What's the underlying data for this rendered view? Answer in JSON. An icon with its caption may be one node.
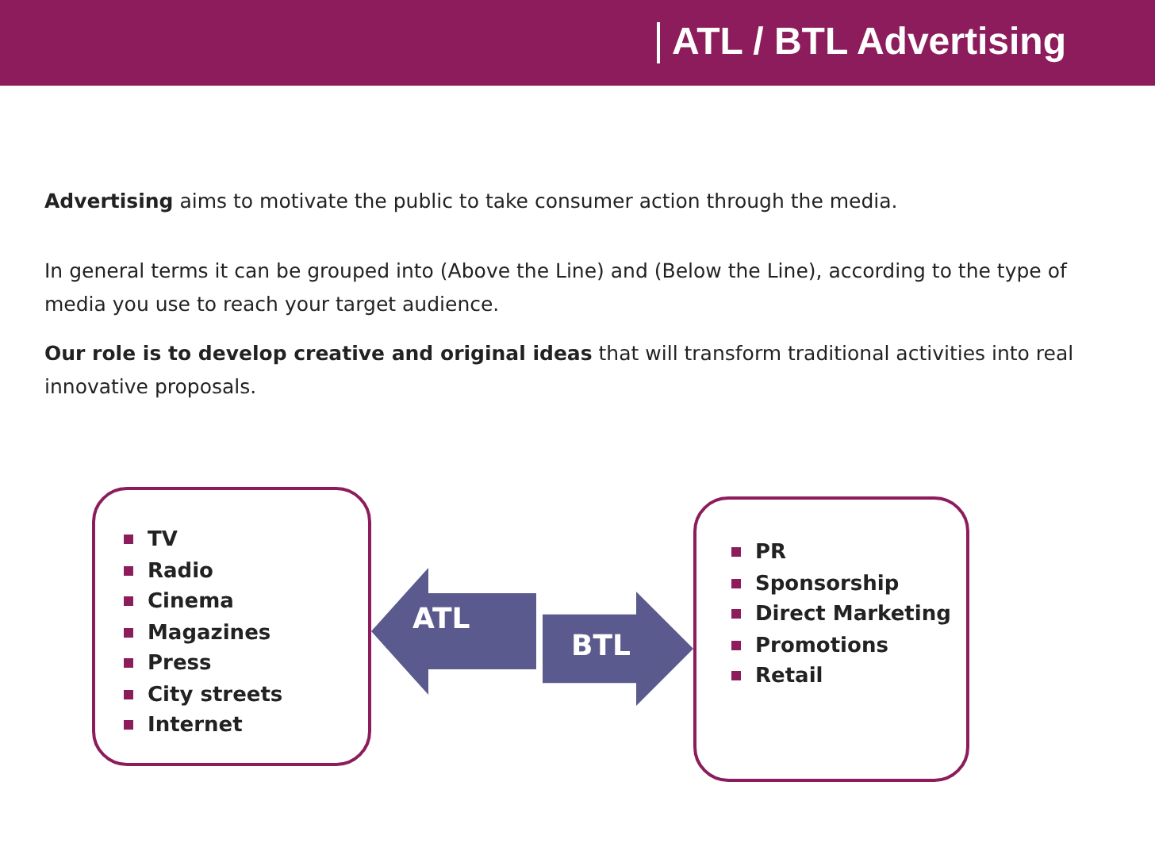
{
  "diagram": {
    "title": "ATL / BTL  Advertising",
    "nodes": [
      {
        "text": [
          "TV",
          "Radio",
          "Cinema",
          "Magazines",
          "Press",
          "City streets",
          "Internet"
        ]
      },
      {
        "text": [
          "PR",
          "Sponsorship",
          "Direct Marketing",
          "Promotions",
          "Retail"
        ]
      }
    ],
    "edges": [
      {
        "from": null,
        "to": 0,
        "arrow": "to",
        "label": "ATL"
      },
      {
        "from": null,
        "to": 1,
        "arrow": "to",
        "label": "BTL"
      }
    ],
    "labels": [
      "**Advertising** aims to motivate the public to take consumer action through the media.",
      "In general terms it can be grouped into (Above the Line) and (Below the Line), according to the type of media you use to reach your target audience.",
      "**Our role is to develop creative and original ideas** that will transform traditional activities into real innovative proposals."
    ]
  }
}
